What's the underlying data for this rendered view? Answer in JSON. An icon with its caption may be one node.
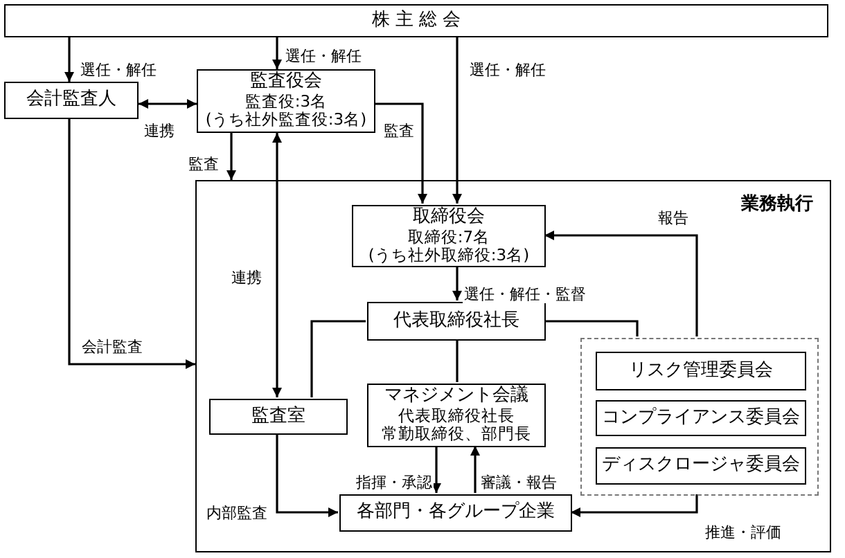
{
  "diagram": {
    "nodes": [
      {
        "text": [
          "株 主 総 会"
        ]
      },
      {
        "text": [
          "会計監査人"
        ]
      },
      {
        "text": [
          "監査役会",
          "監査役:3名",
          "(うち社外監査役:3名)"
        ]
      },
      {
        "text": [
          "業務執行"
        ]
      },
      {
        "text": [
          "取締役会",
          "取締役:7名",
          "(うち社外取締役:3名)"
        ],
        "in": 3
      },
      {
        "text": [
          "代表取締役社長"
        ],
        "in": 3
      },
      {
        "text": [
          "監査室"
        ],
        "in": 3
      },
      {
        "text": [
          "マネジメント会議",
          "代表取締役社長",
          "常勤取締役、部門長"
        ],
        "in": 3
      },
      {
        "text": [
          "各部門・各グループ企業"
        ],
        "in": 3
      },
      {
        "text": [],
        "shape": "box",
        "in": 3
      },
      {
        "text": [
          "リスク管理委員会"
        ],
        "in": 9
      },
      {
        "text": [
          "コンプライアンス委員会"
        ],
        "in": 9
      },
      {
        "text": [
          "ディスクロージャ委員会"
        ],
        "in": 9
      }
    ],
    "edges": [
      {
        "from": 0,
        "to": 1,
        "arrow": "to",
        "label": "選任・解任"
      },
      {
        "from": 0,
        "to": 2,
        "arrow": "to",
        "label": "選任・解任"
      },
      {
        "from": 0,
        "to": 4,
        "arrow": "to",
        "label": "選任・解任"
      },
      {
        "from": 1,
        "to": 2,
        "arrow": "both",
        "label": "連携"
      },
      {
        "from": 2,
        "to": 3,
        "arrow": "to",
        "label": "監査"
      },
      {
        "from": 2,
        "to": 4,
        "arrow": "to",
        "label": "監査"
      },
      {
        "from": 1,
        "to": 3,
        "arrow": "to",
        "label": "会計監査"
      },
      {
        "from": 2,
        "to": 6,
        "arrow": "both",
        "label": "連携"
      },
      {
        "from": 4,
        "to": 5,
        "arrow": "to",
        "label": "選任・解任・監督"
      },
      {
        "from": 5,
        "to": 6,
        "arrow": "none"
      },
      {
        "from": 5,
        "to": 7,
        "arrow": "none"
      },
      {
        "from": 5,
        "to": 9,
        "arrow": "none"
      },
      {
        "from": 9,
        "to": 4,
        "arrow": "to",
        "label": "報告"
      },
      {
        "from": 7,
        "to": 8,
        "arrow": "to",
        "label": "指揮・承認"
      },
      {
        "from": 8,
        "to": 7,
        "arrow": "to",
        "label": "審議・報告"
      },
      {
        "from": 6,
        "to": 8,
        "arrow": "to",
        "label": "内部監査"
      },
      {
        "from": 9,
        "to": 8,
        "arrow": "to",
        "label": "推進・評価"
      }
    ]
  }
}
